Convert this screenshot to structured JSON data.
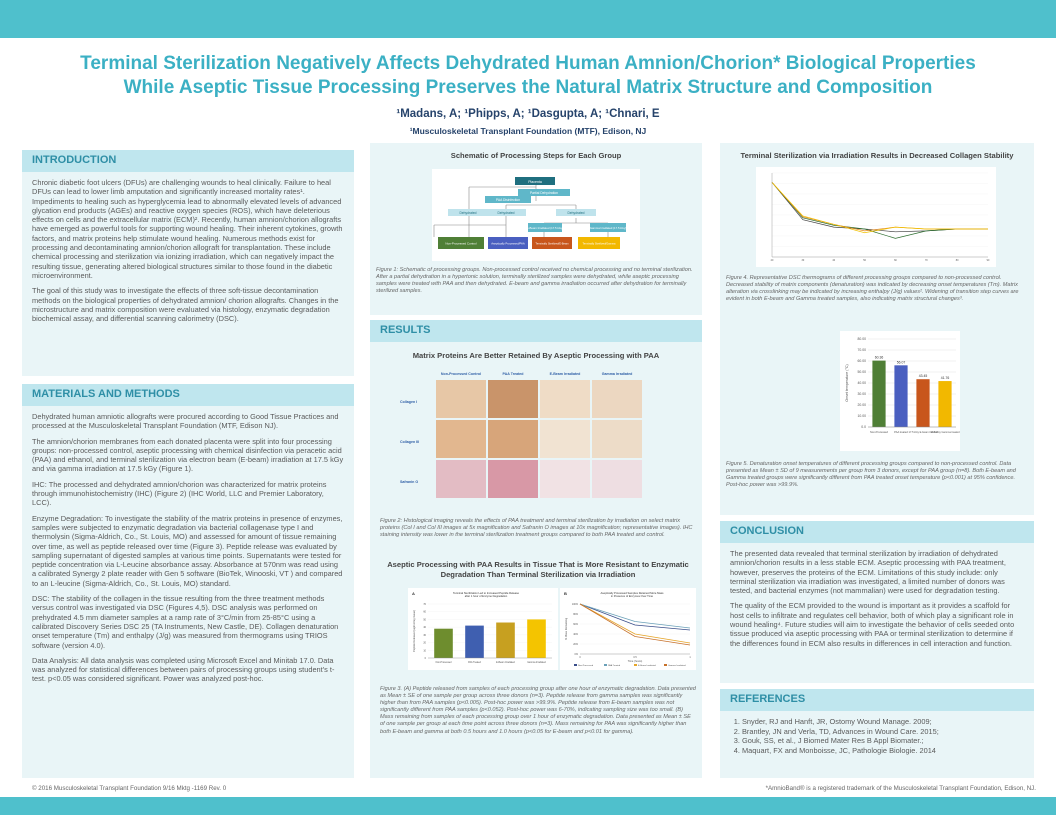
{
  "title_line1": "Terminal Sterilization Negatively Affects Dehydrated Human Amnion/Chorion* Biological Properties",
  "title_line2": "While Aseptic Tissue Processing Preserves the Natural Matrix Structure and Composition",
  "authors": "¹Madans, A; ¹Phipps, A; ¹Dasgupta, A; ¹Chnari, E",
  "affiliation": "¹Musculoskeletal Transplant Foundation (MTF), Edison, NJ",
  "intro": {
    "heading": "INTRODUCTION",
    "p1": "Chronic diabetic foot ulcers (DFUs) are challenging wounds to heal clinically. Failure to heal DFUs can lead to lower limb amputation and significantly increased mortality rates¹. Impediments to healing such as hyperglycemia lead to abnormally elevated levels of advanced glycation end products (AGEs) and reactive oxygen species (ROS), which have deleterious effects on cells and the extracellular matrix (ECM)². Recently, human amnion/chorion allografts have emerged as powerful tools for supporting wound healing. Their inherent cytokines, growth factors, and matrix proteins help stimulate wound healing. Numerous methods exist for processing and decontaminating amnion/chorion allograft for transplantation. These include chemical processing and sterilization via ionizing irradiation, which can negatively impact the resulting tissue, generating altered biological structures similar to those found in the diabetic microenvironment.",
    "p2": "The goal of this study was to investigate the effects of three soft-tissue decontamination methods on the biological properties of dehydrated amnion/ chorion allografts. Changes in the microstructure and matrix composition were evaluated via histology, enzymatic degradation biochemical assay, and differential scanning calorimetry (DSC)."
  },
  "methods": {
    "heading": "MATERIALS AND METHODS",
    "p1": "Dehydrated human amniotic allografts were procured according to Good Tissue Practices and processed at the Musculoskeletal Transplant Foundation (MTF, Edison NJ).",
    "p2": "The amnion/chorion membranes from each donated placenta were split into four processing groups: non-processed control, aseptic processing with chemical disinfection via peracetic acid (PAA) and ethanol, and terminal sterilization via electron beam (E-beam) irradiation at 17.5 kGy and via gamma irradiation at 17.5 kGy (Figure 1).",
    "p3": "IHC: The processed and dehydrated amnion/chorion was characterized for matrix proteins through immunohistochemistry (IHC) (Figure 2) (IHC World, LLC and Premier Laboratory, LCC).",
    "p4": "Enzyme Degradation: To investigate the stability of the matrix proteins in presence of enzymes, samples were subjected to enzymatic degradation via bacterial collagenase type I and thermolysin (Sigma-Aldrich, Co., St. Louis, MO) and assessed for amount of tissue remaining over time, as well as peptide released over time (Figure 3). Peptide release was evaluated by sampling supernatant of digested samples at various time points. Supernatants were tested for peptide concentration via L-Leucine absorbance assay. Absorbance at 570nm was read using a calibrated Synergy 2 plate reader with Gen 5 software (BioTek, Winooski, VT ) and compared to an L-leucine (Sigma-Aldrich, Co., St. Louis, MO) standard.",
    "p5": "DSC: The stability of the collagen in the tissue resulting from the three treatment methods versus control was investigated via DSC (Figures 4,5). DSC analysis was performed on prehydrated 4.5 mm diameter samples at a ramp rate of 3°C/min from 25-85°C using a calibrated Discovery Series DSC 25 (TA Instruments, New Castle, DE). Collagen denaturation onset temperature (Tm) and enthalpy (J/g) was measured from thermograms using TRIOS software (version 4.0).",
    "p6": "Data Analysis: All data analysis was completed using Microsoft Excel and Minitab 17.0. Data was analyzed for statistical differences between pairs of processing groups using student's t-test. p<0.05 was considered significant. Power was analyzed post-hoc."
  },
  "schematic": {
    "title": "Schematic of Processing Steps for Each Group",
    "placenta": "Placenta",
    "partial": "Partial Dehydration",
    "paa": "PAA Disinfection",
    "dehyd1": "Dehydrated",
    "dehyd2": "Dehydrated",
    "dehyd3": "Dehydrated",
    "ebeam": "E-Beam Irradiated (17.5 kGy)",
    "gamma": "Gamma Irradiated (17.5 kGy)",
    "g1": "Non-Processed Control",
    "g2": "Aseptically Processed/PAA",
    "g3": "Terminally Sterilized/E-Beam",
    "g4": "Terminally Sterilized/Gamma",
    "caption": "Figure 1: Schematic of processing groups. Non-processed control received no chemical processing and no terminal sterilization. After a partial dehydration in a hypertonic solution, terminally sterilized samples were dehydrated, while aseptic processing samples were treated with PAA and then dehydrated. E-beam and gamma irradiation occurred after dehydration for terminally sterilized samples."
  },
  "results": {
    "heading": "RESULTS",
    "ihc_title": "Matrix Proteins Are Better Retained By Aseptic Processing with PAA",
    "ihc_cols": [
      "Non-Processed Control",
      "PAA Treated",
      "E-Beam Irradiated",
      "Gamma Irradiated"
    ],
    "ihc_rows": [
      "Collagen I",
      "Collagen III",
      "Safranin O"
    ],
    "ihc_caption": "Figure 2: Histological imaging reveals the effects of PAA treatment and terminal sterilization by irradiation on select matrix proteins (Col I and Col III images at 5x magnification and Safranin O images at 10x magnification; representative images). IHC staining intensity was lower in the terminal sterilization treatment groups compared to both PAA treated and control.",
    "enz_title": "Aseptic Processing with PAA Results in Tissue That is More Resistant to Enzymatic Degradation Than Terminal Sterilization via Irradiation",
    "enz_caption": "Figure 3. (A) Peptide released from samples of each processing group after one hour of enzymatic degradation. Data presented as Mean ± SE of one sample per group across three donors (n=3). Peptide release from gamma samples was significantly higher than from PAA samples (p<0.005). Post-hoc power was >99.9%. Peptide release from E-beam samples was not significantly different from PAA samples (p<0.052). Post-hoc power was 6-70%, indicating sampling size was too small. (B) Mass remaining from samples of each processing group over 1 hour of enzymatic degradation. Data presented as Mean ± SE of one sample per group at each time point across three donors (n=3). Mass remaining for PAA was significantly higher than both E-beam and gamma at both 0.5 hours and 1.0 hours (p<0.05 for E-beam and p<0.01 for gamma)."
  },
  "dsc": {
    "title": "Terminal Sterilization via Irradiation Results in Decreased Collagen Stability",
    "caption4": "Figure 4. Representative DSC thermograms of different processing groups compared to non-processed control. Decreased stability of matrix components (denaturation) was indicated by decreasing onset temperatures (Tm). Matrix alteration via crosslinking may be indicated by increasing enthalpy (J/g) values². Widening of transition step curves are evident in both E-beam and Gamma treated samples, also indicating matrix structural changes³.",
    "caption5": "Figure 5. Denaturation onset temperatures of different processing groups compared to non-processed control. Data presented as Mean ± SD of 9 measurements per group from 3 donors, except for PAA group (n=8). Both E-beam and Gamma treated groups were significantly different from PAA treated onset temperature (p<0.001) at 95% confidence. Post-hoc power was >99.9%."
  },
  "conclusion": {
    "heading": "CONCLUSION",
    "p1": "The presented data revealed that terminal sterilization by irradiation of dehydrated amnion/chorion results in a less stable ECM. Aseptic processing with PAA treatment, however, preserves the proteins of the ECM. Limitations of this study include: only terminal sterilization via irradiation was investigated, a limited number of donors was tested, and bacterial enzymes (not mammalian) were used for degradation testing.",
    "p2": "The quality of the ECM provided to the wound is important as it provides a scaffold for host cells to infiltrate and regulates cell behavior, both of which play a significant role in wound healing⁴. Future studies will aim to investigate the behavior of cells seeded onto tissue produced via aseptic processing with PAA or terminal sterilization to determine if the differences found in ECM also results in differences in cell interaction and function."
  },
  "references": {
    "heading": "REFERENCES",
    "items": [
      "Snyder, RJ and Hanft, JR, Ostomy Wound Manage. 2009;",
      "Brantley, JN and Verla, TD, Advances in Wound Care. 2015;",
      "Gouk, SS, et al., J Biomed Mater Res B Appl Biomater.;",
      "Maquart, FX and Monboisse, JC, Pathologie Biologie. 2014"
    ]
  },
  "footer_left": "© 2016 Musculoskeletal Transplant Foundation 9/16 Mktg -1169 Rev. 0",
  "footer_right": "*AmnioBand® is a registered trademark of the Musculoskeletal Transplant Foundation, Edison, NJ.",
  "chart_data": [
    {
      "type": "bar",
      "chart": "onset-temperature",
      "categories": [
        "Non-Processed",
        "PAA treated",
        "17.5 kGy E-beam treated",
        "17.5 kGy Gamma treated"
      ],
      "values": [
        60.36,
        56.07,
        43.45,
        41.76
      ],
      "value_labels": [
        "60.36",
        "56.07",
        "43.45",
        "41.76"
      ],
      "colors": [
        "#4f7f36",
        "#4a5fc0",
        "#c8561c",
        "#f2b800"
      ],
      "ylabel": "Onset temperature (°C)",
      "ylim": [
        0,
        80
      ],
      "yticks": [
        "0.0",
        "10.00",
        "20.00",
        "30.00",
        "40.00",
        "50.00",
        "60.00",
        "70.00",
        "80.00"
      ]
    },
    {
      "type": "bar",
      "chart": "peptide-release",
      "panel_label": "A",
      "title": "Terminal Sterilization Led to Increased Peptide Release after 1 hour of Enzyme Degradation",
      "categories": [
        "Non-Processed",
        "PAA Treated",
        "E-Beam Irradiated",
        "Gamma Irradiated"
      ],
      "values": [
        38,
        42,
        46,
        50
      ],
      "colors": [
        "#6e8d2e",
        "#3f5fb0",
        "#c7a020",
        "#f4c400"
      ],
      "ylabel": "Peptide Released (ug/mL/mg tissue)",
      "ylim": [
        0,
        70
      ]
    },
    {
      "type": "line",
      "chart": "mass-remaining",
      "panel_label": "B",
      "title": "Aseptically Processed Samples Retained More Mass in Presence of Enzymes Over Time",
      "x": [
        0,
        0.5,
        1.0
      ],
      "xlabel": "Time (hours)",
      "ylabel": "% Mass Remaining",
      "ylim": [
        0,
        100
      ],
      "series": [
        {
          "name": "Non-Processed",
          "values": [
            100,
            58,
            48
          ],
          "color": "#3a4e8a"
        },
        {
          "name": "PAA Treated",
          "values": [
            100,
            65,
            52
          ],
          "color": "#6aa0b8"
        },
        {
          "name": "E-Beam Irradiated",
          "values": [
            100,
            40,
            22
          ],
          "color": "#e6a52a"
        },
        {
          "name": "Gamma Irradiated",
          "values": [
            100,
            35,
            18
          ],
          "color": "#c7712a"
        }
      ]
    },
    {
      "type": "line",
      "chart": "dsc-thermogram",
      "x": [
        20,
        30,
        40,
        50,
        60,
        70,
        80,
        90
      ],
      "series": [
        {
          "values": [
            -0.1,
            -0.5,
            -0.58,
            -0.6,
            -0.63,
            -0.62,
            -0.6,
            -0.6
          ],
          "color": "#444444"
        },
        {
          "values": [
            -0.1,
            -0.48,
            -0.56,
            -0.6,
            -0.7,
            -0.62,
            -0.6,
            -0.6
          ],
          "color": "#2d6e2f"
        },
        {
          "values": [
            -0.1,
            -0.47,
            -0.55,
            -0.62,
            -0.58,
            -0.6,
            -0.6,
            -0.6
          ],
          "color": "#e38a22"
        },
        {
          "values": [
            -0.1,
            -0.46,
            -0.55,
            -0.64,
            -0.58,
            -0.6,
            -0.6,
            -0.6
          ],
          "color": "#f2c200"
        }
      ]
    }
  ]
}
